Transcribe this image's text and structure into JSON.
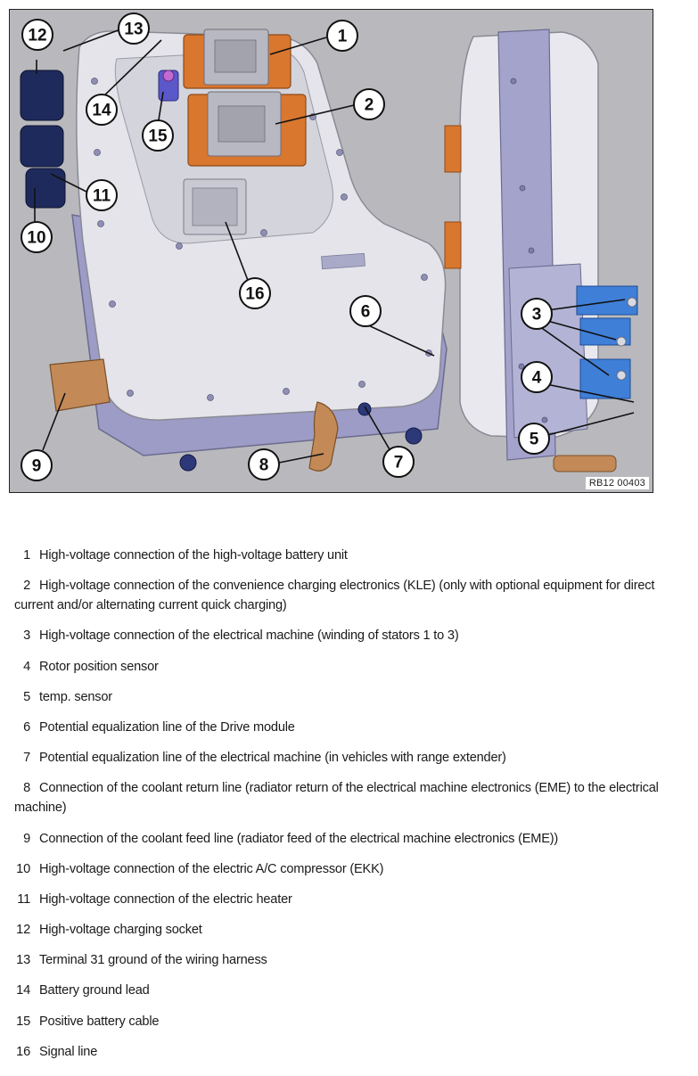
{
  "figure": {
    "code": "RB12 00403",
    "callouts": [
      "1",
      "2",
      "3",
      "4",
      "5",
      "6",
      "7",
      "8",
      "9",
      "10",
      "11",
      "12",
      "13",
      "14",
      "15",
      "16"
    ],
    "colors": {
      "background": "#b9b9bd",
      "housing": "#e4e4ea",
      "orange_connector": "#d9772f",
      "blue_connector": "#1f2a5c",
      "blue_terminal": "#3f7fd8",
      "coolant_pipe": "#c38a58"
    }
  },
  "legend": [
    {
      "num": "1",
      "text": "High-voltage connection of the high-voltage battery unit"
    },
    {
      "num": "2",
      "text": "High-voltage connection of the convenience charging electronics (KLE) (only with optional equipment for direct current and/or alternating current quick charging)"
    },
    {
      "num": "3",
      "text": "High-voltage connection of the electrical machine (winding of stators 1 to 3)"
    },
    {
      "num": "4",
      "text": "Rotor position sensor"
    },
    {
      "num": "5",
      "text": "temp. sensor"
    },
    {
      "num": "6",
      "text": "Potential equalization line of the Drive module"
    },
    {
      "num": "7",
      "text": "Potential equalization line of the electrical machine (in vehicles with range extender)"
    },
    {
      "num": "8",
      "text": "Connection of the coolant return line (radiator return of the electrical machine electronics (EME) to the electrical machine)"
    },
    {
      "num": "9",
      "text": "Connection of the coolant feed line (radiator feed of the electrical machine electronics (EME))"
    },
    {
      "num": "10",
      "text": "High-voltage connection of the electric A/C compressor (EKK)"
    },
    {
      "num": "11",
      "text": "High-voltage connection of the electric heater"
    },
    {
      "num": "12",
      "text": "High-voltage charging socket"
    },
    {
      "num": "13",
      "text": "Terminal 31 ground of the wiring harness"
    },
    {
      "num": "14",
      "text": "Battery ground lead"
    },
    {
      "num": "15",
      "text": "Positive battery cable"
    },
    {
      "num": "16",
      "text": "Signal line"
    }
  ]
}
